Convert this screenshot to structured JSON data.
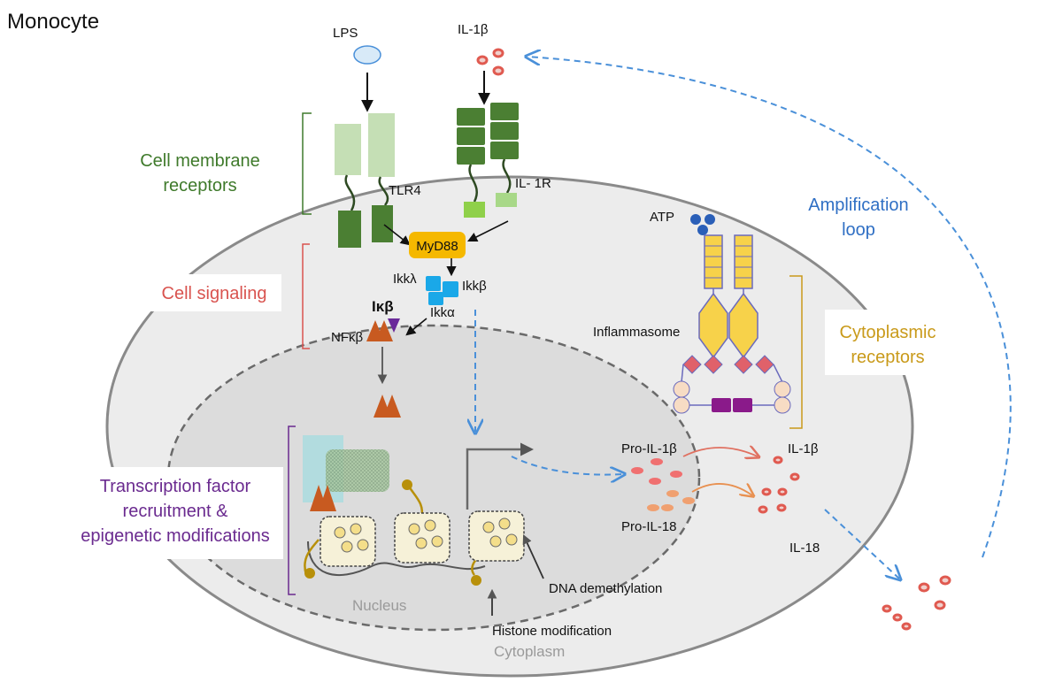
{
  "title": "Monocyte",
  "labels": {
    "lps": "LPS",
    "il1b_top": "IL-1β",
    "tlr4": "TLR4",
    "il1r": "IL- 1R",
    "myd88": "MyD88",
    "ikk_lambda": "Ikkλ",
    "ikk_beta": "Ikkβ",
    "ikk_alpha": "Ikkα",
    "ikappab": "Iκβ",
    "nfkb": "NFκβ",
    "atp": "ATP",
    "inflammasome": "Inflammasome",
    "pro_il1b": "Pro-IL-1β",
    "pro_il18": "Pro-IL-18",
    "il1b_right": "IL-1β",
    "il18": "IL-18",
    "dna_demethylation": "DNA demethylation",
    "histone_modification": "Histone modification",
    "nucleus": "Nucleus",
    "cytoplasm": "Cytoplasm"
  },
  "sections": {
    "membrane_line1": "Cell membrane",
    "membrane_line2": "receptors",
    "signaling": "Cell signaling",
    "transcription_line1": "Transcription factor",
    "transcription_line2": "recruitment &",
    "transcription_line3": "epigenetic modifications",
    "cytoplasmic_line1": "Cytoplasmic",
    "cytoplasmic_line2": "receptors",
    "amplification_line1": "Amplification",
    "amplification_line2": "loop"
  },
  "colors": {
    "membrane": "#3f7a2b",
    "signaling": "#d9534f",
    "transcription": "#6a2a8f",
    "cytoplasmic": "#c99a1a",
    "amplification": "#2f6fc4",
    "cell_fill": "#ececec",
    "nucleus_fill": "#dcdcdc",
    "dashed_arrow": "#4a90d9"
  }
}
